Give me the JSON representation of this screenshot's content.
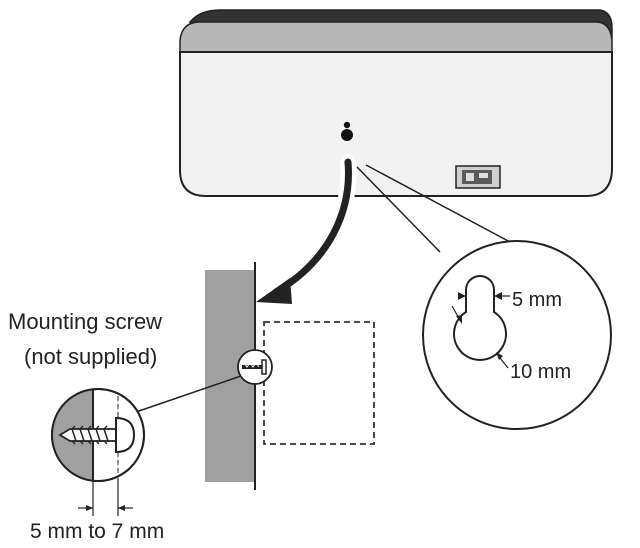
{
  "labels": {
    "mounting_screw": "Mounting screw",
    "not_supplied": "(not supplied)",
    "slot_width": "5 mm",
    "hole_diameter": "10 mm",
    "screw_protrusion": "5 mm to 7 mm"
  },
  "colors": {
    "line": "#222222",
    "wall": "#a0a0a0",
    "speaker_front": "#f2f2f2",
    "speaker_top": "#b8b8b8",
    "speaker_top_dark": "#333333",
    "background": "#ffffff"
  },
  "icons": {
    "keyhole": "keyhole-icon",
    "arrow": "curved-arrow-down-left",
    "screw": "screw-icon",
    "port": "terminal-port-icon"
  }
}
